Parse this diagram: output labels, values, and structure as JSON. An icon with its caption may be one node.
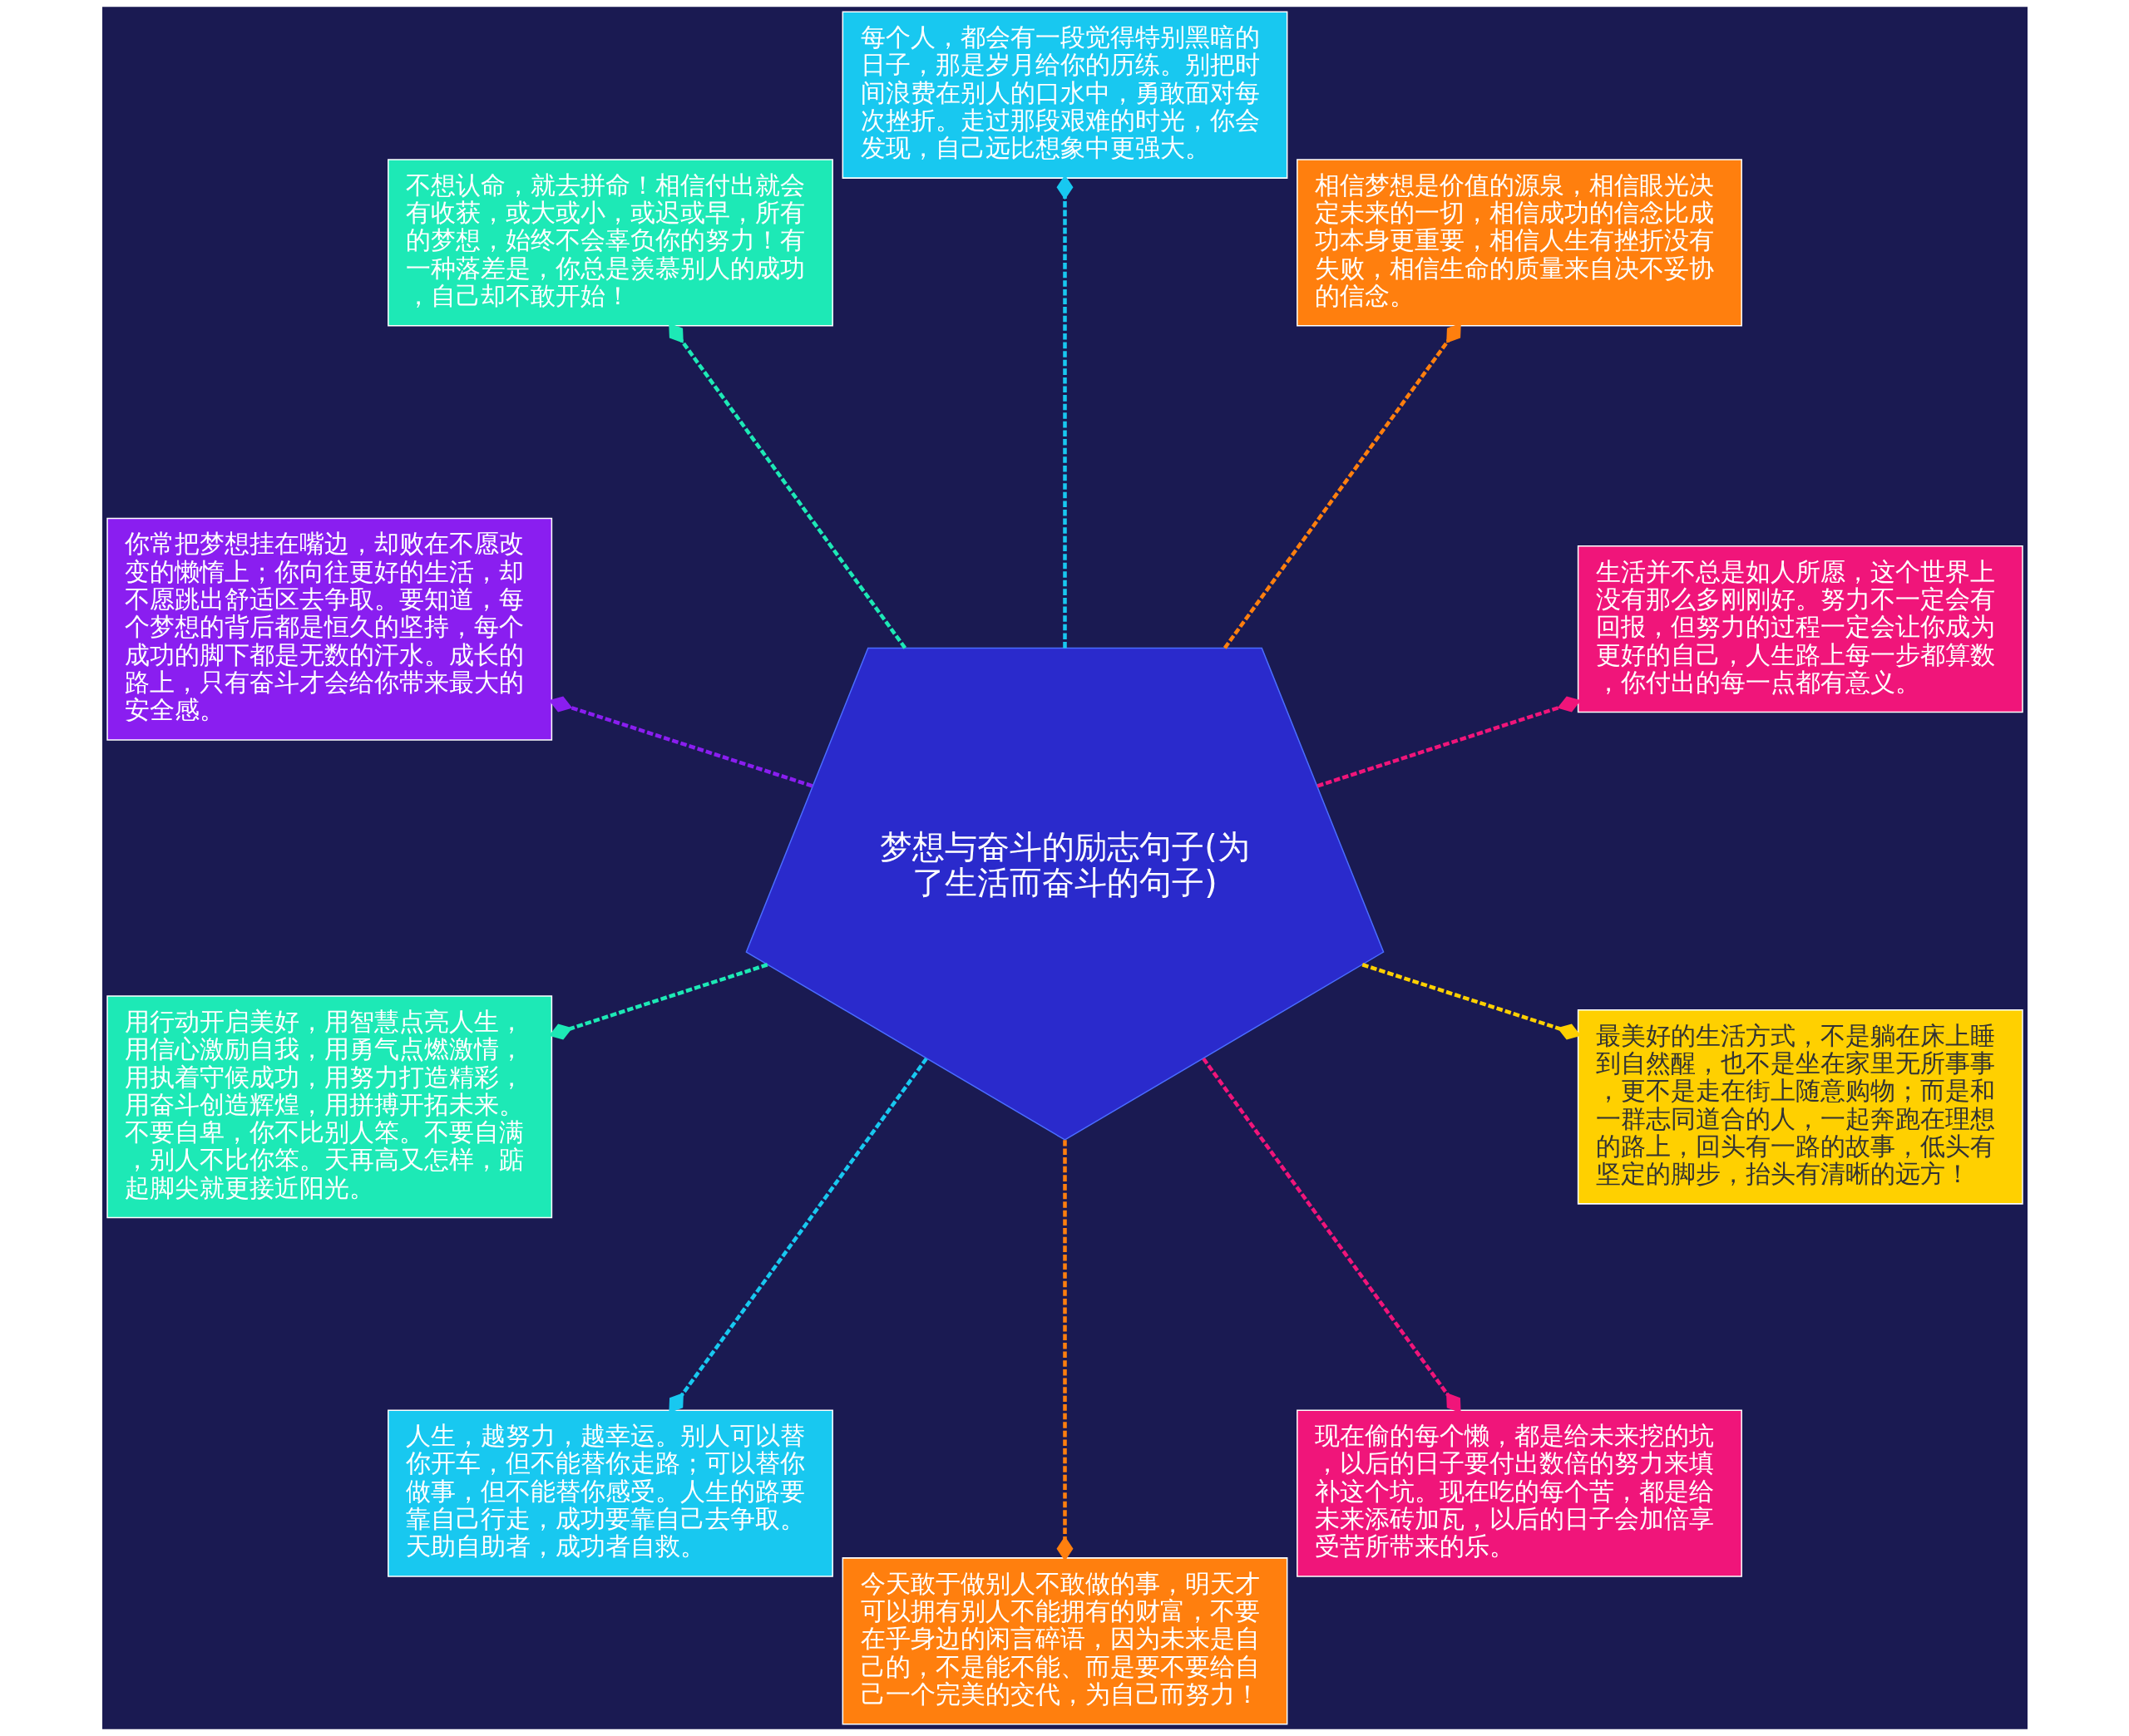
{
  "diagram": {
    "nodes": [
      {
        "text": [
          "梦想与奋斗的励志句子(为了生活而奋斗的句子)"
        ]
      },
      {
        "text": [
          "生活并不总是如人所愿，这个世界上没有那么多刚刚好。努力不一定会有回报，但努力的过程一定会让你成为更好的自己，人生路上每一步都算数，你付出的每一点都有意义。"
        ]
      },
      {
        "text": [
          "相信梦想是价值的源泉，相信眼光决定未来的一切，相信成功的信念比成功本身更重要，相信人生有挫折没有失败，相信生命的质量来自决不妥协的信念。"
        ]
      },
      {
        "text": [
          "每个人，都会有一段觉得特别黑暗的日子，那是岁月给你的历练。别把时间浪费在别人的口水中，勇敢面对每次挫折。走过那段艰难的时光，你会发现，自己远比想象中更强大。"
        ]
      },
      {
        "text": [
          "不想认命，就去拼命！相信付出就会有收获，或大或小，或迟或早，所有的梦想，始终不会辜负你的努力！有一种落差是，你总是羡慕别人的成功，自己却不敢开始！"
        ]
      },
      {
        "text": [
          "你常把梦想挂在嘴边，却败在不愿改变的懒惰上；你向往更好的生活，却不愿跳出舒适区去争取。要知道，每个梦想的背后都是恒久的坚持，每个成功的脚下都是无数的汗水。成长的路上，只有奋斗才会给你带来最大的安全感。"
        ]
      },
      {
        "text": [
          "用行动开启美好，用智慧点亮人生，用信心激励自我，用勇气点燃激情，用执着守候成功，用努力打造精彩，用奋斗创造辉煌，用拼搏开拓未来。不要自卑，你不比别人笨。不要自满，别人不比你笨。天再高又怎样，踮起脚尖就更接近阳光。"
        ]
      },
      {
        "text": [
          "人生，越努力，越幸运。别人可以替你开车，但不能替你走路；可以替你做事，但不能替你感受。人生的路要靠自己行走，成功要靠自己去争取。天助自助者，成功者自救。"
        ]
      },
      {
        "text": [
          "今天敢于做别人不敢做的事，明天才可以拥有别人不能拥有的财富，不要在乎身边的闲言碎语，因为未来是自己的，不是能不能、而是要不要给自己一个完美的交代，为自己而努力！"
        ]
      },
      {
        "text": [
          "现在偷的每个懒，都是给未来挖的坑，以后的日子要付出数倍的努力来填补这个坑。现在吃的每个苦，都是给未来添砖加瓦，以后的日子会加倍享受苦所带来的乐。"
        ]
      },
      {
        "text": [
          "最美好的生活方式，不是躺在床上睡到自然醒，也不是坐在家里无所事事，更不是走在街上随意购物；而是和一群志同道合的人，一起奔跑在理想的路上，回头有一路的故事，低头有坚定的脚步，抬头有清晰的远方！"
        ]
      }
    ],
    "edges": [
      {
        "from": 0,
        "to": 1,
        "arrow": "other",
        "style": "dashed",
        "color": "#f0157a"
      },
      {
        "from": 0,
        "to": 2,
        "arrow": "other",
        "style": "dashed",
        "color": "#ff7f0e"
      },
      {
        "from": 0,
        "to": 3,
        "arrow": "other",
        "style": "dashed",
        "color": "#18c8f0"
      },
      {
        "from": 0,
        "to": 4,
        "arrow": "other",
        "style": "dashed",
        "color": "#1de9b6"
      },
      {
        "from": 0,
        "to": 5,
        "arrow": "other",
        "style": "dashed",
        "color": "#8a1ef0"
      },
      {
        "from": 0,
        "to": 6,
        "arrow": "other",
        "style": "dashed",
        "color": "#1de9b6"
      },
      {
        "from": 0,
        "to": 7,
        "arrow": "other",
        "style": "dashed",
        "color": "#18c8f0"
      },
      {
        "from": 0,
        "to": 8,
        "arrow": "other",
        "style": "dashed",
        "color": "#ff7f0e"
      },
      {
        "from": 0,
        "to": 9,
        "arrow": "other",
        "style": "dashed",
        "color": "#f0157a"
      },
      {
        "from": 0,
        "to": 10,
        "arrow": "other",
        "style": "dashed",
        "color": "#ffd000"
      }
    ]
  }
}
